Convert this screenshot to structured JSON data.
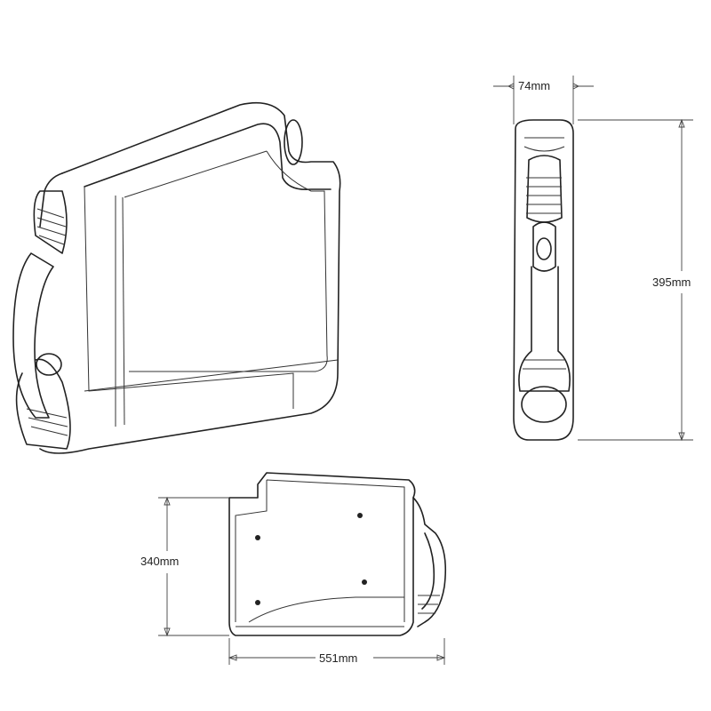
{
  "dimensions": {
    "depth": "74mm",
    "height_front": "395mm",
    "height_side": "340mm",
    "width": "551mm"
  },
  "colors": {
    "line": "#222222",
    "background": "#ffffff"
  }
}
